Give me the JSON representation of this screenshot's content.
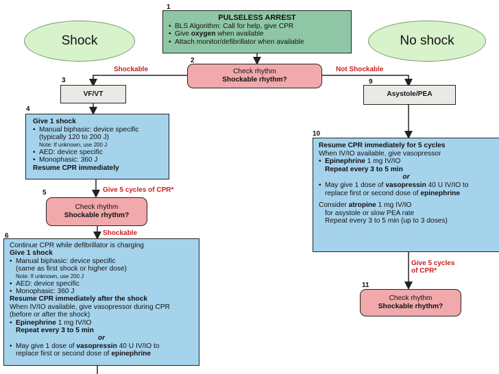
{
  "ovals": {
    "left": "Shock",
    "right": "No shock"
  },
  "numbers": {
    "n1": "1",
    "n2": "2",
    "n3": "3",
    "n4": "4",
    "n5": "5",
    "n6": "6",
    "n9": "9",
    "n10": "10",
    "n11": "11"
  },
  "box1": {
    "title": "PULSELESS ARREST",
    "line1": "BLS Algorithm: Call for help, give CPR",
    "line2_pre": "Give ",
    "line2_bold": "oxygen",
    "line2_post": " when available",
    "line3": "Attach monitor/defibrillator when available"
  },
  "box2": {
    "line1": "Check rhythm",
    "line2": "Shockable rhythm?"
  },
  "labels": {
    "shockable_left": "Shockable",
    "not_shockable": "Not Shockable",
    "give5_left": "Give 5 cycles of CPR*",
    "shockable_mid": "Shockable",
    "give5_right_1": "Give 5 cycles",
    "give5_right_2": "of CPR*"
  },
  "box3": {
    "text": "VF/VT"
  },
  "box9": {
    "text": "Asystole/PEA"
  },
  "box4": {
    "title": "Give 1 shock",
    "l1": "Manual biphasic: device specific",
    "l1b": "(typically 120 to 200 J)",
    "note": "Note: If unknown, use 200 J",
    "l2": "AED: device specific",
    "l3": "Monophasic: 360 J",
    "final": "Resume CPR immediately"
  },
  "box5": {
    "line1": "Check rhythm",
    "line2": "Shockable rhythm?"
  },
  "box6": {
    "l0": "Continue CPR while defibrillator is charging",
    "title": "Give 1 shock",
    "l1": "Manual biphasic: device specific",
    "l1b": "(same as first shock or higher dose)",
    "note": "Note: If unknown, use 200 J",
    "l2": "AED: device specific",
    "l3": "Monophasic: 360 J",
    "resume": "Resume CPR immediately after the shock",
    "iv1": "When IV/IO available, give vasopressor during CPR",
    "iv2": "(before or after the shock)",
    "epi_bold": "Epinephrine",
    "epi_rest": " 1 mg IV/IO",
    "repeat": "Repeat every 3 to 5 min",
    "or": "or",
    "vaso_pre": "May give 1 dose of ",
    "vaso_bold": "vasopressin",
    "vaso_post": " 40 U IV/IO to",
    "replace_pre": "replace first or second dose of ",
    "replace_bold": "epinephrine"
  },
  "box10": {
    "title": "Resume CPR immediately for 5 cycles",
    "iv": "When IV/IO available, give vasopressor",
    "epi_bold": "Epinephrine",
    "epi_rest": " 1 mg IV/IO",
    "repeat": "Repeat every 3 to 5 min",
    "or": "or",
    "vaso_pre": "May give 1 dose of ",
    "vaso_bold": "vasopressin",
    "vaso_post": " 40 U IV/IO to",
    "replace_pre": "replace first or second dose of ",
    "replace_bold": "epinephrine",
    "atro_pre": "Consider ",
    "atro_bold": "atropine",
    "atro_post": " 1 mg IV/IO",
    "atro2": "for asystole or slow PEA rate",
    "atro3": "Repeat every 3 to 5 min (up to 3 doses)"
  },
  "box11": {
    "line1": "Check rhythm",
    "line2": "Shockable rhythm?"
  }
}
